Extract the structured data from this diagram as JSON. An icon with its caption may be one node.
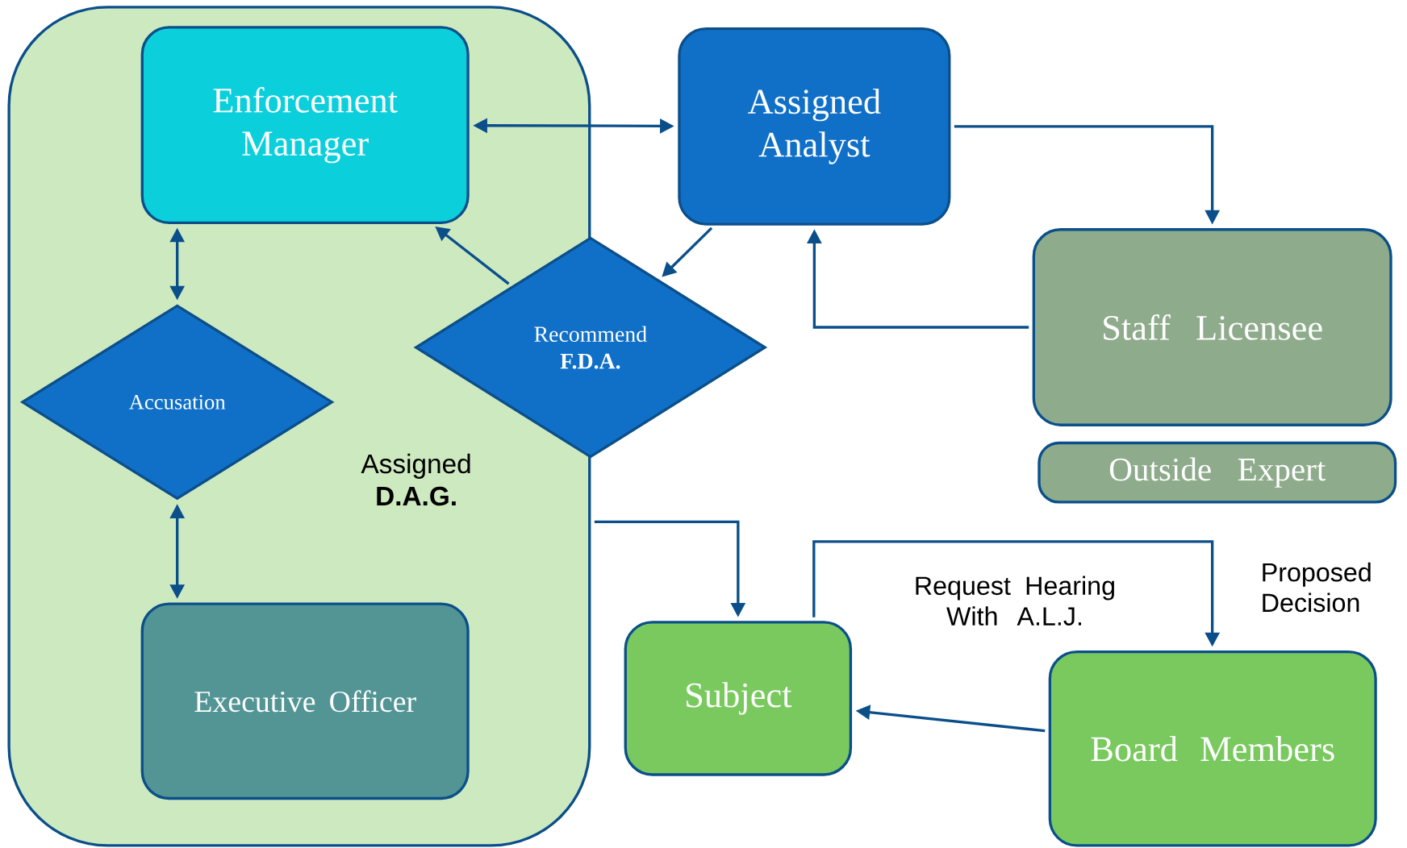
{
  "diagram": {
    "nodes": [
      {
        "text": [
          "Assigned **D.A.G.**"
        ]
      },
      {
        "text": [
          "Enforcement Manager"
        ],
        "in": 0
      },
      {
        "text": [
          "Accusation"
        ],
        "in": 0
      },
      {
        "text": [
          "Executive Officer"
        ],
        "in": 0
      },
      {
        "text": [
          "Recommend **F.D.A.**"
        ]
      },
      {
        "text": [
          "Assigned Analyst"
        ]
      },
      {
        "text": [
          "Staff Licensee"
        ]
      },
      {
        "text": [
          "Outside Expert"
        ]
      },
      {
        "text": [
          "Subject"
        ]
      },
      {
        "text": [
          "Board Members"
        ]
      }
    ],
    "edges": [
      {
        "from": 1,
        "to": 5,
        "arrow": "both"
      },
      {
        "from": 1,
        "to": 2,
        "arrow": "both"
      },
      {
        "from": 2,
        "to": 3,
        "arrow": "both"
      },
      {
        "from": 4,
        "to": 1,
        "arrow": "to"
      },
      {
        "from": 5,
        "to": 4,
        "arrow": "to"
      },
      {
        "from": 5,
        "to": 6,
        "arrow": "to"
      },
      {
        "from": 6,
        "to": 5,
        "arrow": "to"
      },
      {
        "from": 0,
        "to": 8,
        "arrow": "to"
      },
      {
        "from": 8,
        "to": 9,
        "arrow": "to",
        "label": "Request Hearing With A.L.J."
      },
      {
        "from": 9,
        "to": 8,
        "arrow": "to"
      }
    ],
    "labels": [
      "Proposed Decision"
    ]
  }
}
